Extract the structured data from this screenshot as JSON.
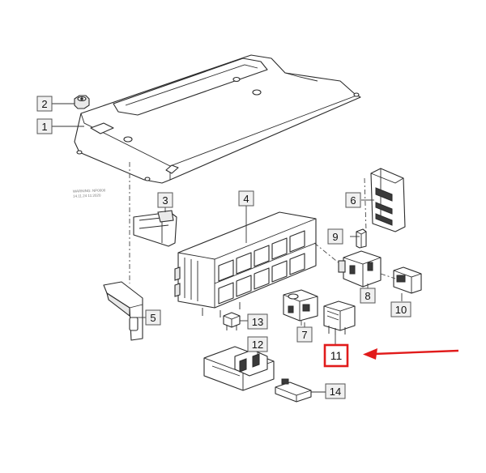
{
  "callouts": [
    {
      "id": "1",
      "label": "1"
    },
    {
      "id": "2",
      "label": "2"
    },
    {
      "id": "3",
      "label": "3"
    },
    {
      "id": "4",
      "label": "4"
    },
    {
      "id": "5",
      "label": "5"
    },
    {
      "id": "6",
      "label": "6"
    },
    {
      "id": "7",
      "label": "7"
    },
    {
      "id": "8",
      "label": "8"
    },
    {
      "id": "9",
      "label": "9"
    },
    {
      "id": "10",
      "label": "10"
    },
    {
      "id": "11",
      "label": "11"
    },
    {
      "id": "12",
      "label": "12"
    },
    {
      "id": "13",
      "label": "13"
    },
    {
      "id": "14",
      "label": "14"
    }
  ],
  "stamp": {
    "line1": "WARNING: NP0000",
    "line2": "14.11.24 11:2020"
  },
  "highlight": {
    "callout": "11",
    "color": "#e11b1b"
  }
}
